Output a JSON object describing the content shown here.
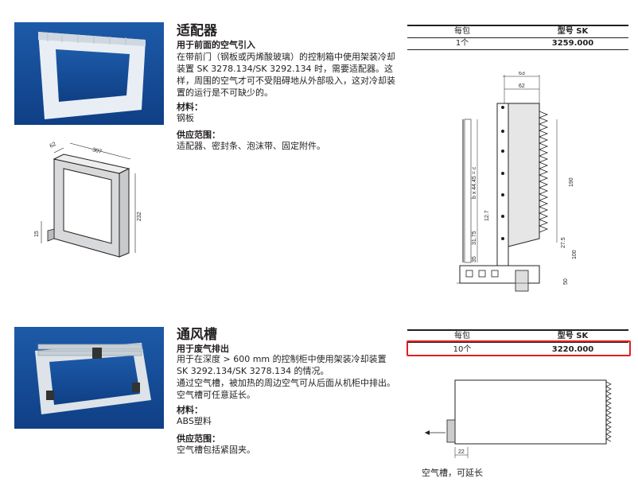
{
  "adapter": {
    "title": "适配器",
    "subtitle": "用于前面的空气引入",
    "description": "在带前门（钢板或丙烯酸玻璃）的控制箱中使用架装冷却装置 SK 3278.134/SK 3292.134 时，需要适配器。这样，周围的空气才可不受阻碍地从外部吸入，这对冷却装置的运行是不可缺少的。",
    "material_label": "材料：",
    "material_value": "钢板",
    "scope_label": "供应范围：",
    "scope_value": "适配器、密封条、泡沫带、固定附件。",
    "table": {
      "col1": "每包",
      "col2": "型号 SK",
      "qty": "1个",
      "model": "3259.000"
    },
    "dims_iso": [
      "62",
      "307",
      "232",
      "15"
    ],
    "dims_side": [
      "63",
      "62",
      "b x 44.45 = c",
      "190",
      "12.7",
      "31.75",
      "35",
      "27.5",
      "100",
      "50"
    ]
  },
  "vent": {
    "title": "通风槽",
    "subtitle": "用于废气排出",
    "description": "用于在深度 > 600 mm 的控制柜中使用架装冷却装置 SK 3292.134/SK 3278.134 的情况。",
    "description2": "通过空气槽，被加热的周边空气可从后面从机柜中排出。空气槽可任意延长。",
    "material_label": "材料：",
    "material_value": "ABS塑料",
    "scope_label": "供应范围：",
    "scope_value": "空气槽包括紧固夹。",
    "table": {
      "col1": "每包",
      "col2": "型号 SK",
      "qty": "10个",
      "model": "3220.000"
    },
    "dim": "22",
    "caption": "空气槽，可延长"
  }
}
